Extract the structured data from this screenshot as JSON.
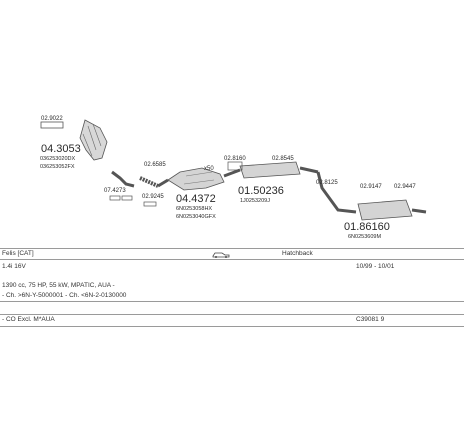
{
  "parts": {
    "manifold": {
      "code": "04.3053",
      "small": "02.9022",
      "oem1": "036253020DX",
      "oem2": "036253052FX"
    },
    "downpipe": {
      "small1": "07.4273",
      "small2": "02.6585",
      "small3": "02.9245"
    },
    "catalyst": {
      "code": "04.4372",
      "oem1": "6N0253058HX",
      "oem2": "6N0253040GFX",
      "clamp": "x50"
    },
    "middle_box": {
      "code": "01.50236",
      "oem": "1J0253209J",
      "small": "02.8160",
      "small2": "02.8545"
    },
    "rear_box": {
      "code": "01.86160",
      "oem": "6N0253609M",
      "small1": "02.8125",
      "small2": "02.9447",
      "small3": "02.9147"
    }
  },
  "info": {
    "model": "Felis [CAT]",
    "body": "Hatchback",
    "engine": "1.4i 16V",
    "years": "10/99 - 10/01",
    "spec": "1390 cc, 75 HP, 55 kW, MPATIC, AUA -",
    "chassis": "- Ch. >6N-Y-5000001 - Ch. <6N-2-0130000",
    "co": "- CO Excl. M*AUA",
    "ref": "C39081 9"
  },
  "colors": {
    "line": "#9a9a9a",
    "part": "#555555",
    "shade": "#cfcfcf"
  }
}
